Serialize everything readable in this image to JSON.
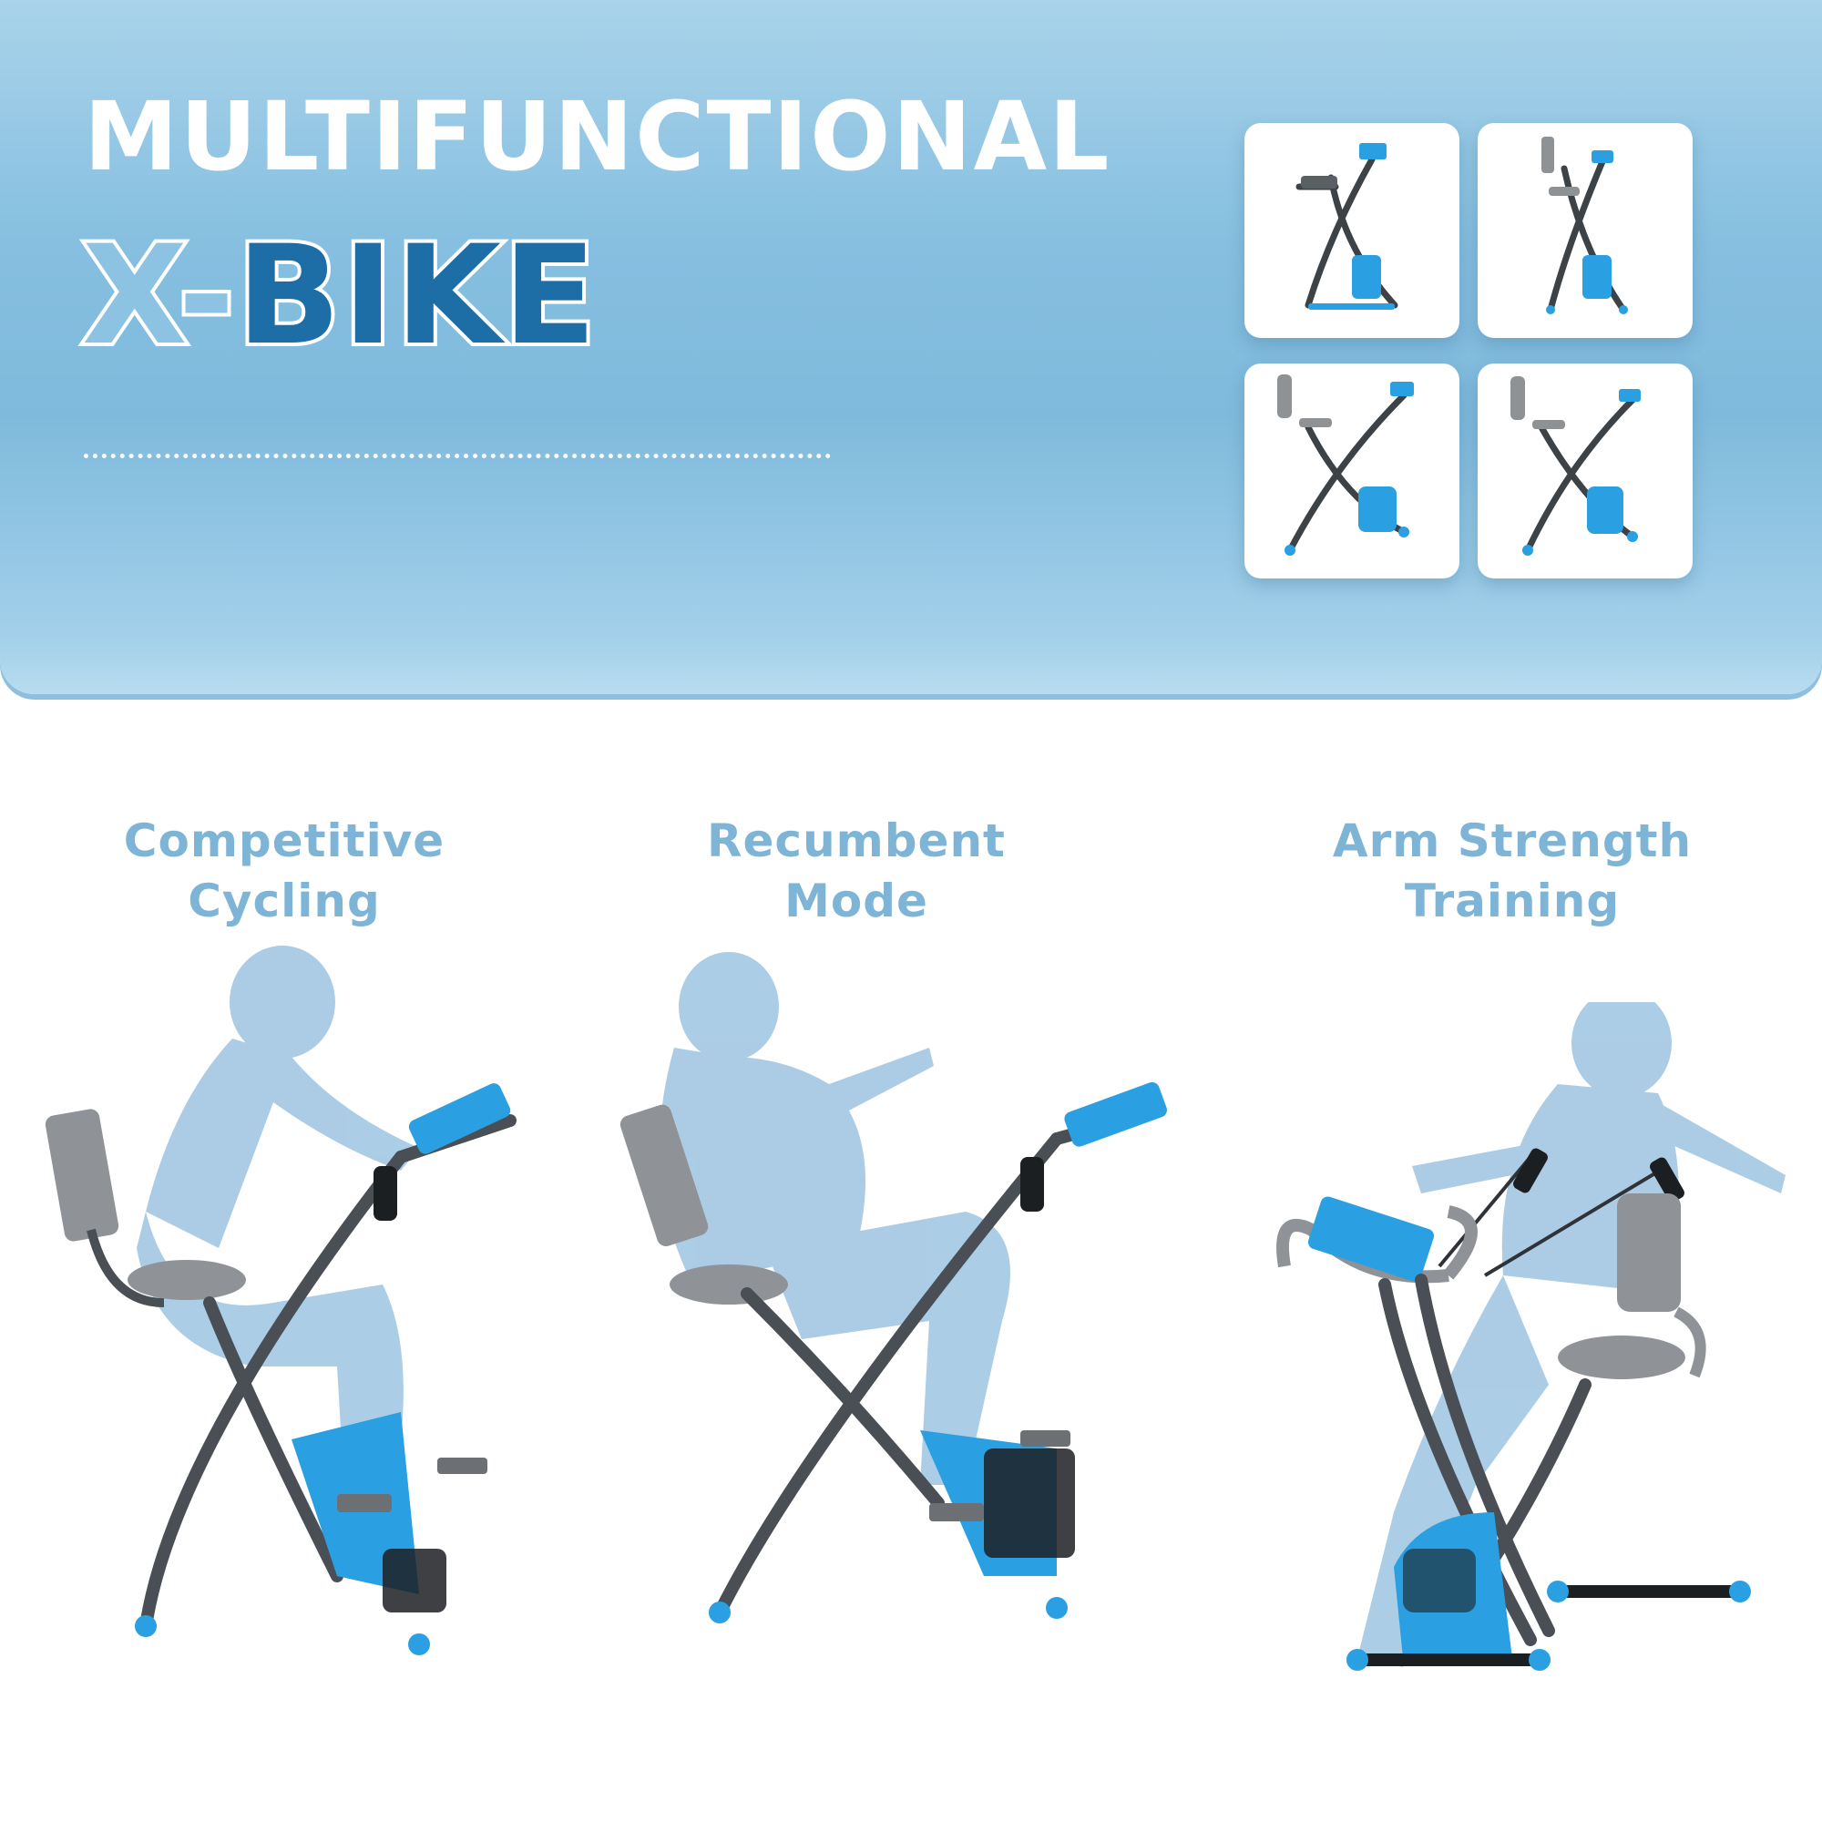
{
  "header": {
    "title_line1": "MULTIFUNCTIONAL",
    "title_x": "X-",
    "title_bike": "BIKE"
  },
  "thumbnails": [
    {
      "name": "upright-bike-thumbnail"
    },
    {
      "name": "folded-bike-thumbnail"
    },
    {
      "name": "recumbent-bike-thumbnail"
    },
    {
      "name": "reclined-bike-thumbnail"
    }
  ],
  "modes": [
    {
      "line1": "Competitive",
      "line2": "Cycling"
    },
    {
      "line1": "Recumbent",
      "line2": "Mode"
    },
    {
      "line1": "Arm Strength",
      "line2": "Training"
    }
  ],
  "colors": {
    "brand_blue": "#1d6ea6",
    "bike_blue": "#2a9fe2",
    "frame_gray": "#4a4f55",
    "label_blue": "#7eb4d6"
  }
}
